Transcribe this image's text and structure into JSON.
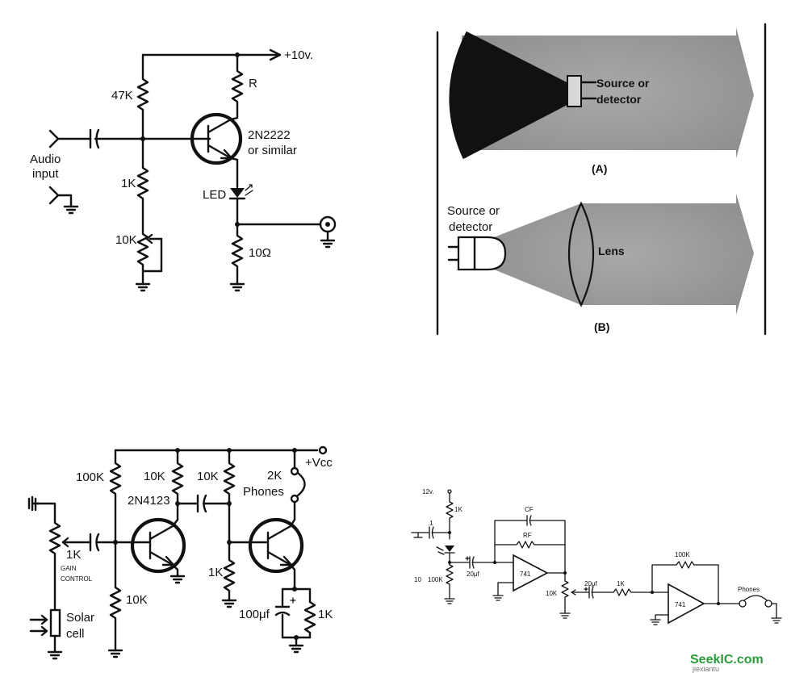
{
  "circuit_a": {
    "supply": "+10v.",
    "r_top": "47K",
    "r_collector": "R",
    "transistor": "2N2222",
    "transistor_note": "or similar",
    "input_line1": "Audio",
    "input_line2": "input",
    "r_bias": "1K",
    "led": "LED",
    "pot": "10K",
    "r_emitter": "10Ω"
  },
  "optics": {
    "top_label_line1": "Source or",
    "top_label_line2": "detector",
    "top_caption": "(A)",
    "bottom_label_line1": "Source or",
    "bottom_label_line2": "detector",
    "lens": "Lens",
    "bottom_caption": "(B)"
  },
  "circuit_b": {
    "supply": "+Vcc",
    "r1": "100K",
    "r2": "10K",
    "r3": "10K",
    "phones_value": "2K",
    "phones": "Phones",
    "transistor": "2N4123",
    "pot": "1K",
    "gain_line1": "GAIN",
    "gain_line2": "CONTROL",
    "r4": "10K",
    "r5": "1K",
    "cap": "100μf",
    "r6": "1K",
    "solar_line1": "Solar",
    "solar_line2": "cell"
  },
  "circuit_c": {
    "supply": "12v.",
    "r_top": "1K",
    "c_in": ".1",
    "cf": "CF",
    "rf": "RF",
    "r_ldr_a": "10",
    "r_ldr_b": "100K",
    "c2": "20μf",
    "opamp1": "741",
    "pot": "10K",
    "c3": "20μf",
    "r_in": "1K",
    "r_fb": "100K",
    "opamp2": "741",
    "phones": "Phones"
  },
  "watermark": {
    "brand": "SeekIC.com",
    "sub": "jiexiantu"
  }
}
